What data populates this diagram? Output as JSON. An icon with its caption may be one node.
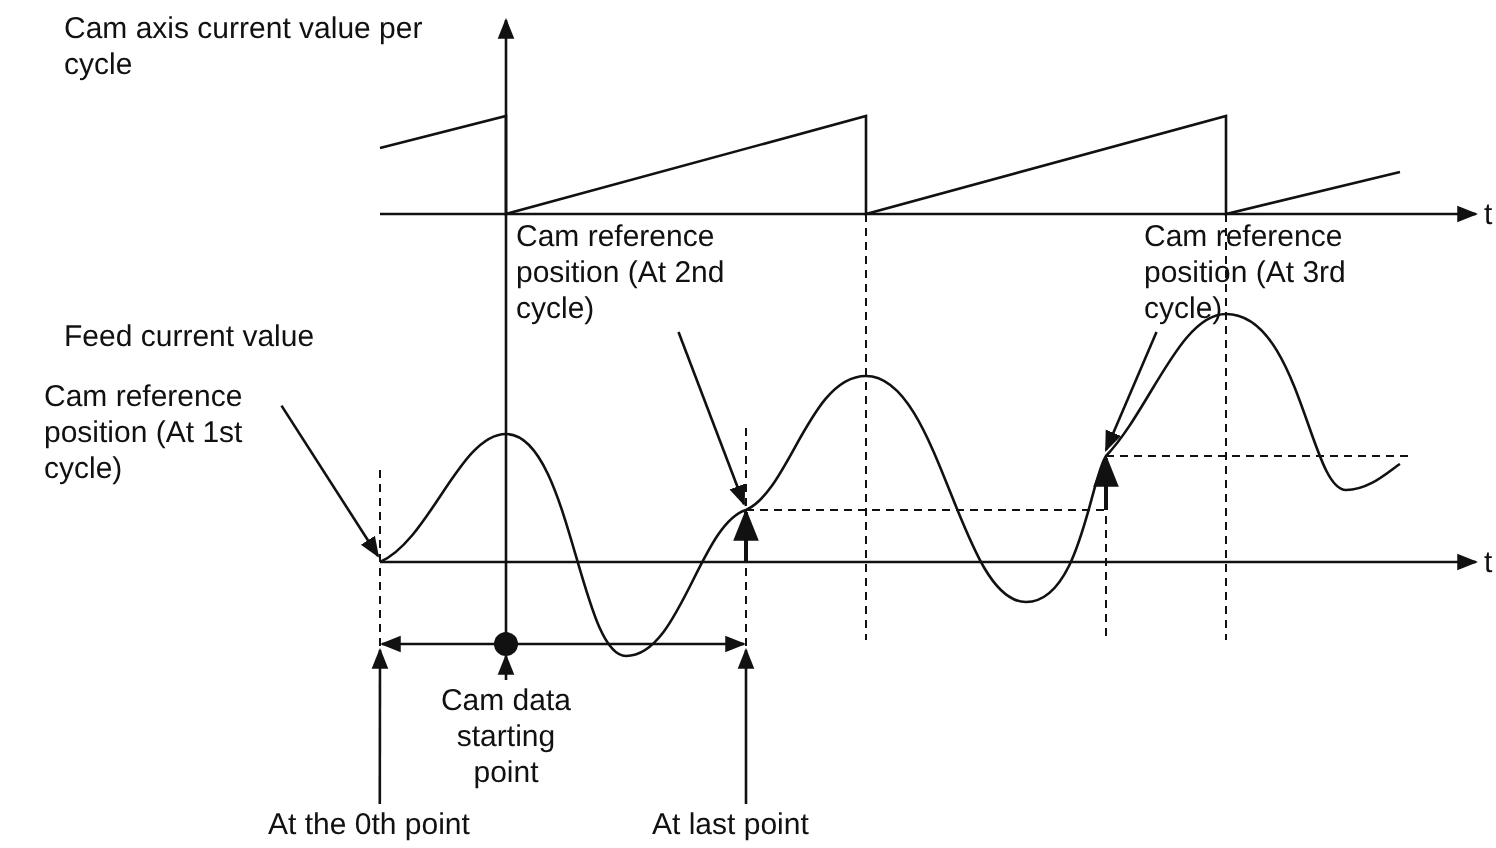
{
  "diagram": {
    "nodes": [
      {
        "text": [
          "Cam reference position (At 1st cycle)"
        ]
      },
      {
        "text": [
          "Cam reference position (At 2nd cycle)"
        ]
      },
      {
        "text": [
          "Cam reference position (At 3rd cycle)"
        ]
      },
      {
        "text": [],
        "shape": "circle"
      },
      {
        "text": [
          "Cam data starting point"
        ]
      },
      {
        "text": [
          "At the 0th point"
        ]
      },
      {
        "text": [
          "At last point"
        ]
      }
    ],
    "edges": [
      {
        "from": 0,
        "to": null,
        "arrow": "to"
      },
      {
        "from": 1,
        "to": null,
        "arrow": "to"
      },
      {
        "from": 2,
        "to": null,
        "arrow": "to"
      },
      {
        "from": 4,
        "to": 3,
        "arrow": "to"
      },
      {
        "from": 5,
        "to": null,
        "arrow": "to"
      },
      {
        "from": 6,
        "to": null,
        "arrow": "to"
      }
    ],
    "labels": [
      "Cam axis current value per cycle",
      "t",
      "Feed current value",
      "t"
    ]
  }
}
